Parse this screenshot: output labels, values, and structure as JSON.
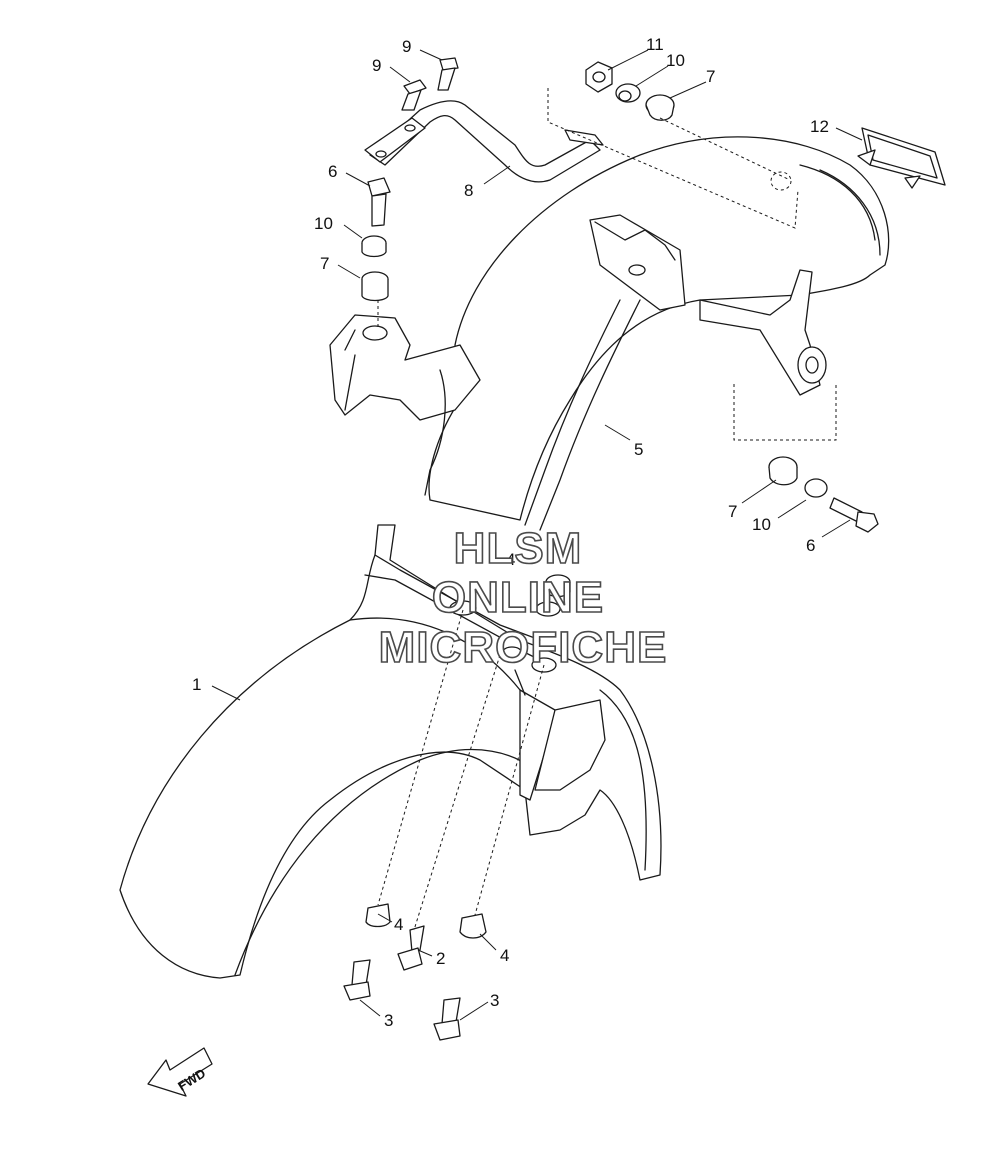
{
  "diagram": {
    "callouts": {
      "c1": "1",
      "c2": "2",
      "c3a": "3",
      "c3b": "3",
      "c4a": "4",
      "c4b": "4",
      "c4c": "4",
      "c5": "5",
      "c6a": "6",
      "c6b": "6",
      "c7a": "7",
      "c7b": "7",
      "c7c": "7",
      "c8": "8",
      "c9a": "9",
      "c9b": "9",
      "c10a": "10",
      "c10b": "10",
      "c10c": "10",
      "c11": "11",
      "c12": "12"
    },
    "watermark": {
      "line1": "HLSM",
      "line2": "ONLINE",
      "line3": "MICROFICHE"
    },
    "direction_label": "FWD"
  }
}
